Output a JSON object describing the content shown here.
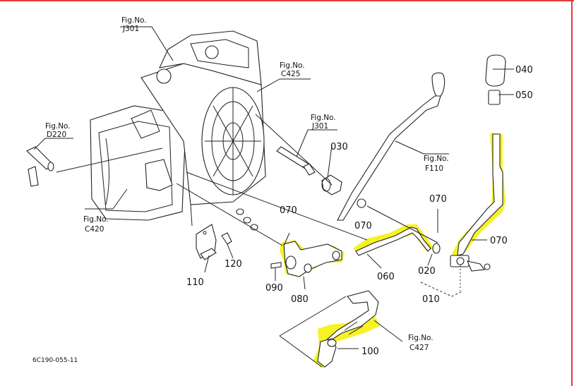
{
  "colors": {
    "highlight": "#f4f000",
    "border_red": "#e23b3b",
    "ink": "#222222"
  },
  "fig_refs": [
    {
      "id": "j301_top",
      "line1": "Fig.No.",
      "line2": "J301"
    },
    {
      "id": "c425",
      "line1": "Fig.No.",
      "line2": "C425"
    },
    {
      "id": "j301_mid",
      "line1": "Fig.No.",
      "line2": "J301"
    },
    {
      "id": "d220",
      "line1": "Fig.No.",
      "line2": "D220"
    },
    {
      "id": "f110",
      "line1": "Fig.No.",
      "line2": "F110"
    },
    {
      "id": "c420",
      "line1": "Fig.No.",
      "line2": "C420"
    },
    {
      "id": "c427",
      "line1": "Fig.No.",
      "line2": "C427"
    }
  ],
  "parts": {
    "p040": "040",
    "p050": "050",
    "p030": "030",
    "p070_a": "070",
    "p070_b": "070",
    "p070_c": "070",
    "p070_d": "070",
    "p120": "120",
    "p110": "110",
    "p090": "090",
    "p080": "080",
    "p060": "060",
    "p020": "020",
    "p010": "010",
    "p100": "100"
  },
  "footer_code": "6C190-055-11"
}
